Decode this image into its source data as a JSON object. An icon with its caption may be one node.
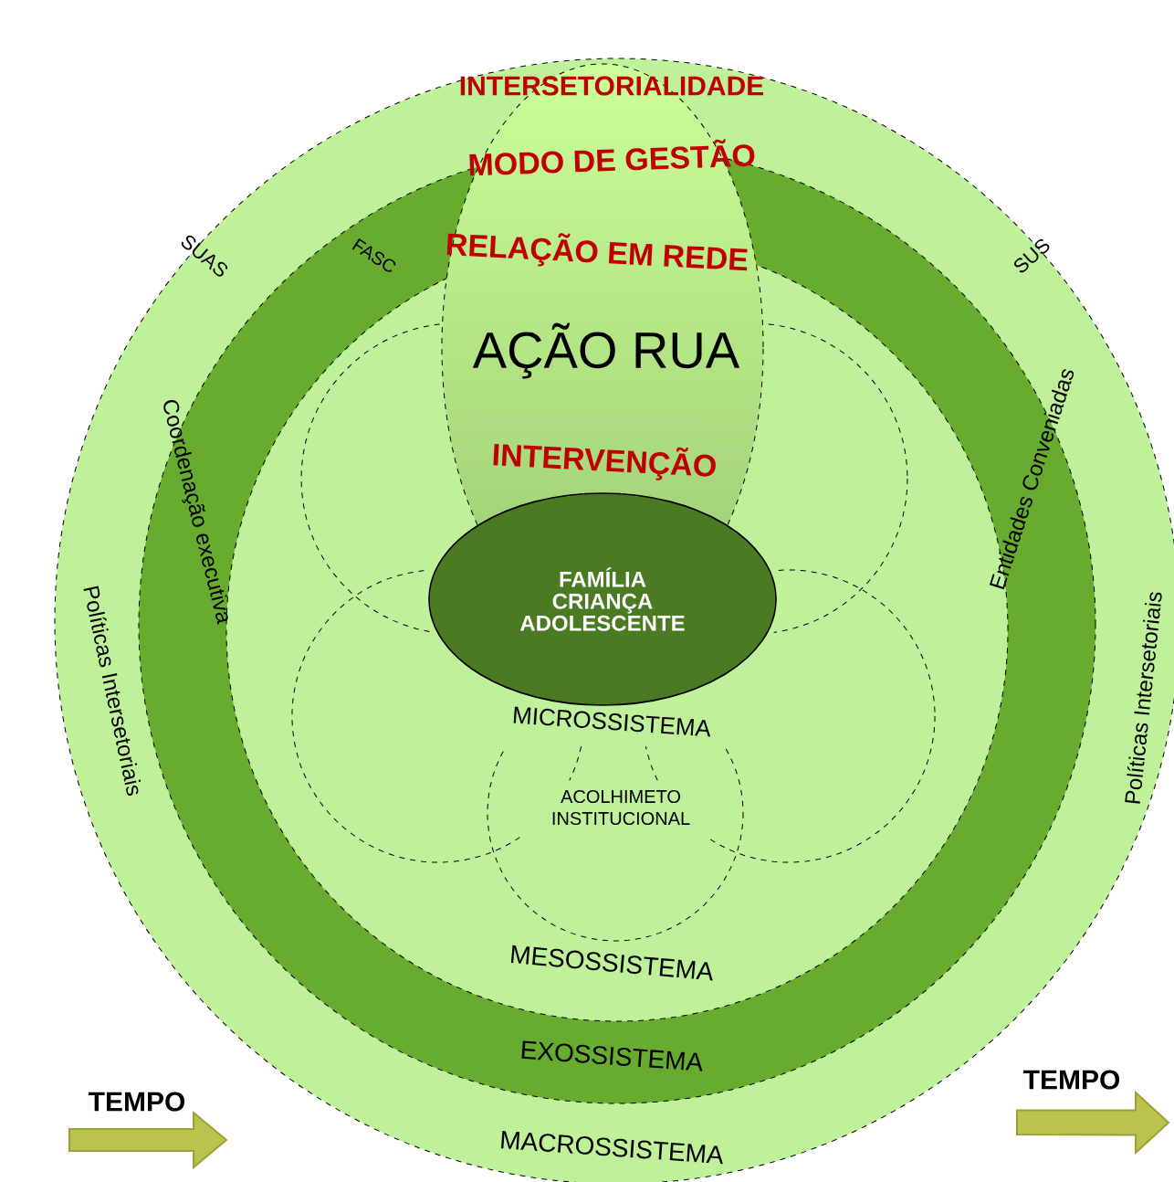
{
  "diagram": {
    "nodes": [
      {
        "text": [
          "MACROSSISTEMA"
        ]
      },
      {
        "text": [
          "EXOSSISTEMA"
        ],
        "in": 0
      },
      {
        "text": [
          "MESOSSISTEMA"
        ],
        "in": 1
      },
      {
        "text": [
          "INTERSETORIALIDADE",
          "MODO DE GESTÃO",
          "RELAÇÃO EM REDE",
          "AÇÃO RUA",
          "INTERVENÇÃO"
        ],
        "in": 0
      },
      {
        "text": [
          "FAMÍLIA CRIANÇA ADOLESCENTE"
        ],
        "in": 2
      },
      {
        "text": [
          "ACOLHIMETO INSTITUCIONAL"
        ],
        "in": 2
      }
    ],
    "labels": [
      "SUAS",
      "FASC",
      "SUS",
      "Coordenação executiva",
      "Entidades Conveniadas",
      "Políticas Intersetoriais",
      "Políticas Intersetoriais",
      "MICROSSISTEMA",
      "TEMPO",
      "TEMPO"
    ]
  }
}
